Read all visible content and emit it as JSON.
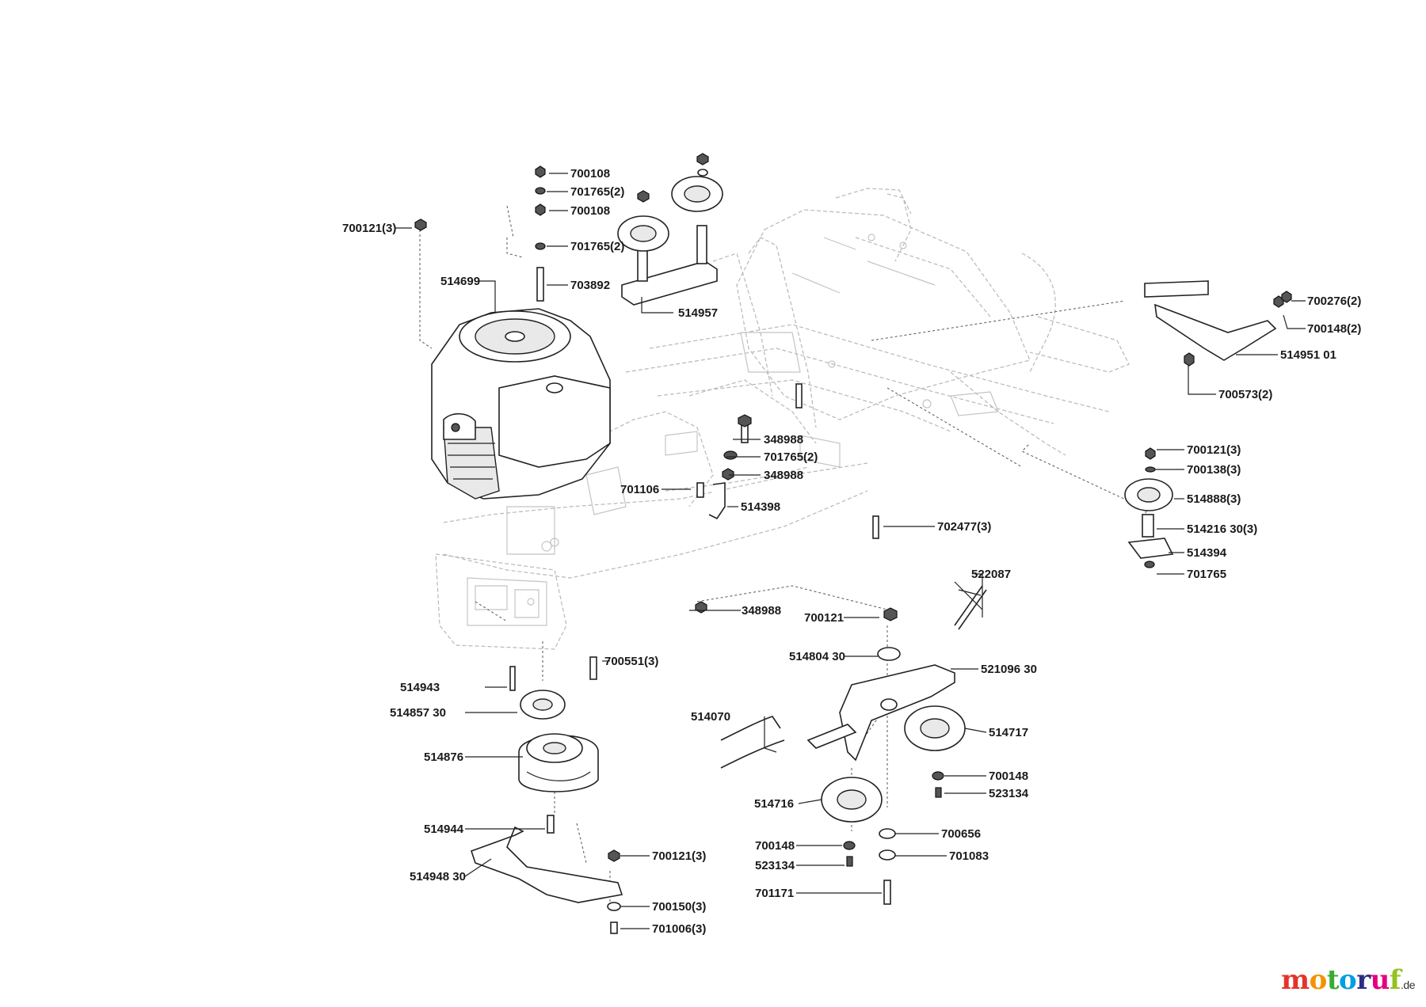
{
  "parts": {
    "p700108a": "700108",
    "p701765_2a": "701765(2)",
    "p700108b": "700108",
    "p701765_2b": "701765(2)",
    "p703892": "703892",
    "p700121_3a": "700121(3)",
    "p514699": "514699",
    "p514957": "514957",
    "p700276_2": "700276(2)",
    "p700148_2": "700148(2)",
    "p514951": "514951 01",
    "p700573_2": "700573(2)",
    "p348988a": "348988",
    "p701765_2c": "701765(2)",
    "p348988b": "348988",
    "p701106": "701106",
    "p514398": "514398",
    "p702477_3": "702477(3)",
    "p700121_3b": "700121(3)",
    "p700138_3": "700138(3)",
    "p514888_3": "514888(3)",
    "p514216": "514216 30(3)",
    "p514394": "514394",
    "p701765": "701765",
    "p522087": "522087",
    "p348988c": "348988",
    "p700121": "700121",
    "p514804": "514804 30",
    "p521096": "521096 30",
    "p700551_3": "700551(3)",
    "p514943": "514943",
    "p514857": "514857 30",
    "p514070": "514070",
    "p514717": "514717",
    "p514876": "514876",
    "p700148a": "700148",
    "p523134a": "523134",
    "p514716": "514716",
    "p514944": "514944",
    "p700656": "700656",
    "p700148b": "700148",
    "p701083": "701083",
    "p523134b": "523134",
    "p700121_3c": "700121(3)",
    "p514948": "514948 30",
    "p701171": "701171",
    "p700150_3": "700150(3)",
    "p701006_3": "701006(3)"
  },
  "brand": {
    "letters": [
      "m",
      "o",
      "t",
      "o",
      "r",
      "u",
      "f"
    ],
    "colors": [
      "#e6332a",
      "#f39200",
      "#3aaa35",
      "#009fe3",
      "#2d2e83",
      "#e6007e",
      "#95c11f"
    ],
    "suffix": ".de"
  }
}
